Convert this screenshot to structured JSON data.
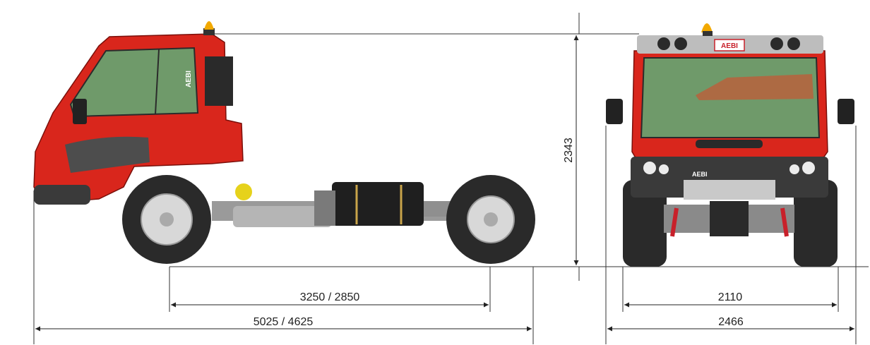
{
  "dimensions": {
    "height": "2343",
    "wheelbase": "3250 / 2850",
    "length": "5025 / 4625",
    "track": "2110",
    "width": "2466"
  },
  "branding": {
    "logo": "AEBI",
    "side_logo": "AEBI",
    "model_badge": "AEBI"
  },
  "colors": {
    "body": "#d9261c",
    "glass": "#6f9a6a",
    "tire": "#2a2a2a",
    "rim": "#d8d8d8",
    "chassis": "#8a8a8a",
    "beacon": "#f2a900"
  }
}
